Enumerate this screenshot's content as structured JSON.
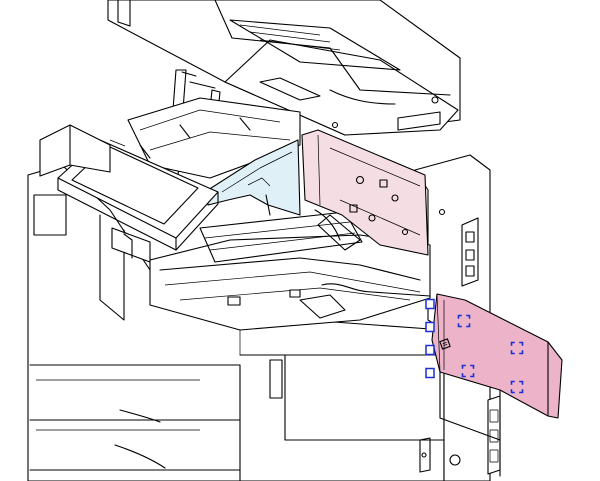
{
  "colors": {
    "outline": "#000000",
    "background": "#ffffff",
    "highlight_pink": "#f5dde4",
    "panel_pink": "#ecb3c9",
    "highlight_blue": "#dff0f7",
    "screw_marker_blue": "#1a2fd6"
  },
  "diagram": {
    "subject": "multifunction-printer-rear-cover-removal",
    "removed_cover": {
      "state": "detached",
      "screw_markers_on_cover": 4,
      "screw_markers_on_frame_edge": 4,
      "tab_icon": "clip-icon"
    },
    "scanner_unit": {
      "state": "raised-open"
    },
    "control_panel": {
      "state": "tilted"
    }
  }
}
